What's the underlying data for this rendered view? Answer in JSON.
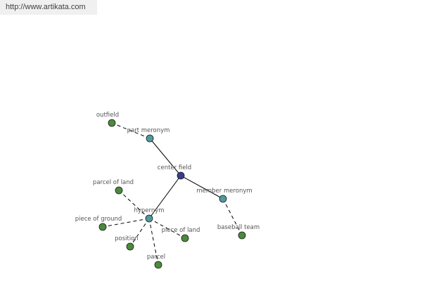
{
  "header": {
    "url": "http://www.artikata.com"
  },
  "colors": {
    "center_node": "#3a3d8c",
    "relation_node": "#4f9aa0",
    "term_node": "#4c8a3c",
    "edge": "#000000"
  },
  "graph": {
    "center": {
      "id": "center-field",
      "label": "center field",
      "kind": "center"
    },
    "relations": [
      {
        "id": "part-meronym",
        "label": "part meronym",
        "kind": "relation"
      },
      {
        "id": "member-meronym",
        "label": "member meronym",
        "kind": "relation"
      },
      {
        "id": "hypernym",
        "label": "hypernym",
        "kind": "relation"
      }
    ],
    "terms": [
      {
        "id": "outfield",
        "label": "outfield",
        "kind": "term",
        "relation": "part-meronym"
      },
      {
        "id": "baseball-team",
        "label": "baseball team",
        "kind": "term",
        "relation": "member-meronym"
      },
      {
        "id": "parcel-of-land-1",
        "label": "parcel of land",
        "kind": "term",
        "relation": "hypernym"
      },
      {
        "id": "piece-of-ground",
        "label": "piece of ground",
        "kind": "term",
        "relation": "hypernym"
      },
      {
        "id": "position",
        "label": "position",
        "kind": "term",
        "relation": "hypernym"
      },
      {
        "id": "parcel",
        "label": "parcel",
        "kind": "term",
        "relation": "hypernym"
      },
      {
        "id": "piece-of-land",
        "label": "piece of land",
        "kind": "term",
        "relation": "hypernym"
      }
    ]
  }
}
